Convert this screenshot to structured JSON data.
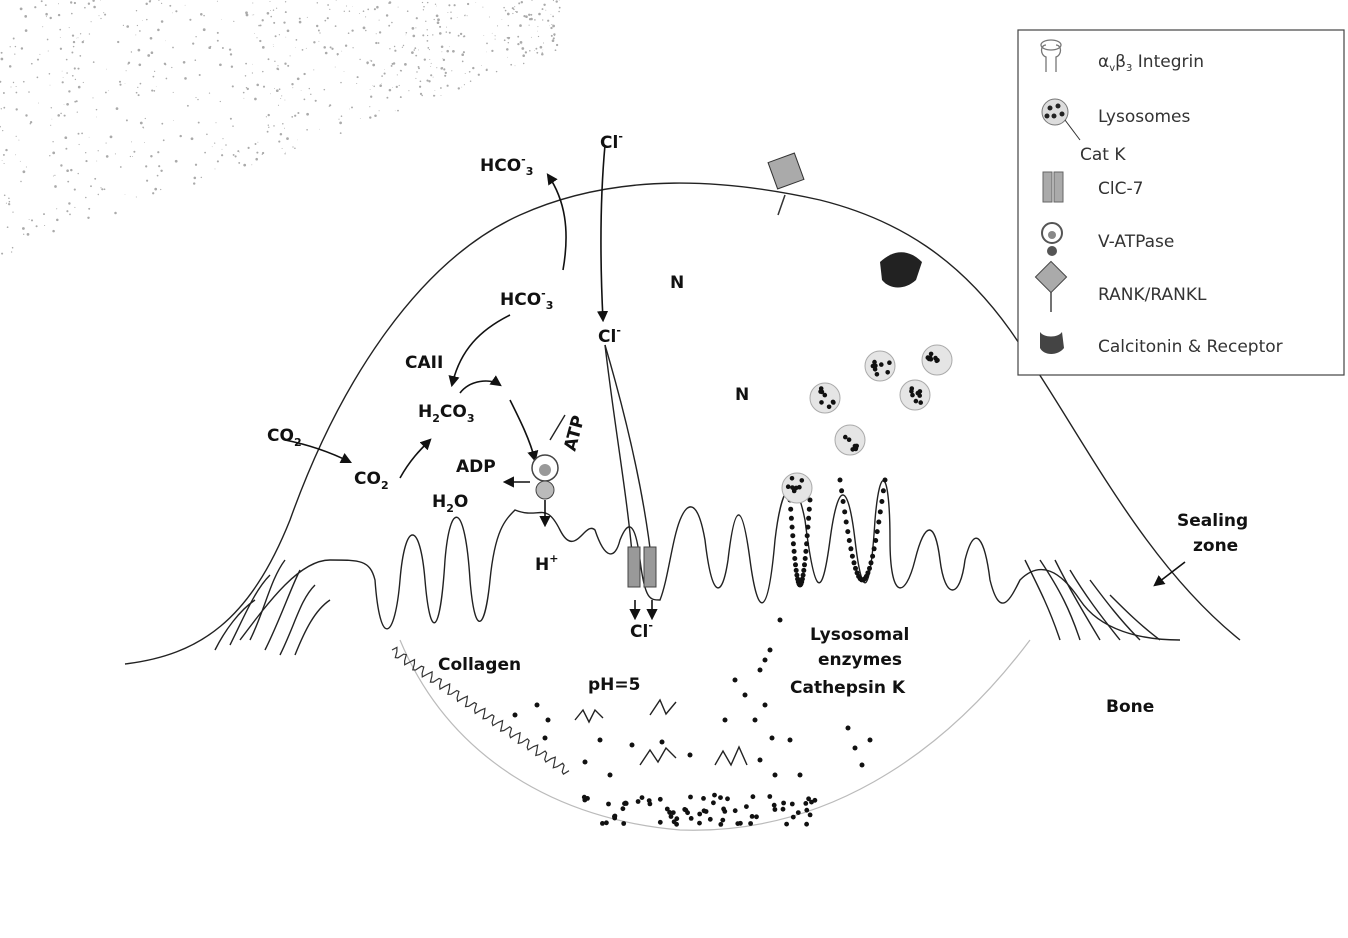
{
  "labels": {
    "hco3_top": "HCO",
    "hco3_top_sup": "-",
    "hco3_top_sub": "3",
    "cl_top": "Cl",
    "cl_top_sup": "-",
    "hco3_mid": "HCO",
    "hco3_mid_sup": "-",
    "hco3_mid_sub": "3",
    "cl_mid": "Cl",
    "cl_mid_sup": "-",
    "nucleus_1": "N",
    "nucleus_2": "N",
    "caii": "CAII",
    "h2co3_a": "H",
    "h2co3_a_sub": "2",
    "h2co3_b": "CO",
    "h2co3_b_sub": "3",
    "co2_out": "CO",
    "co2_out_sub": "2",
    "co2_in": "CO",
    "co2_in_sub": "2",
    "h2o_a": "H",
    "h2o_a_sub": "2",
    "h2o_b": "O",
    "adp": "ADP",
    "atp": "ATP",
    "h_plus": "H",
    "h_plus_sup": "+",
    "cl_bottom": "Cl",
    "cl_bottom_sup": "-",
    "sealing_zone_1": "Sealing",
    "sealing_zone_2": "zone",
    "collagen": "Collagen",
    "ph": "pH=5",
    "lysosomal_1": "Lysosomal",
    "lysosomal_2": "enzymes",
    "cathepsin": "Cathepsin K",
    "bone": "Bone"
  },
  "legend": {
    "integrin_alpha": "α",
    "integrin_alpha_sub": "v",
    "integrin_beta": "β",
    "integrin_beta_sub": "3",
    "integrin_rest": " Integrin",
    "lysosomes": "Lysosomes",
    "catk": "Cat K",
    "clc7": "ClC-7",
    "vatpase": "V-ATPase",
    "rank": "RANK/RANKL",
    "calcitonin": "Calcitonin & Receptor"
  },
  "colors": {
    "outline": "#222222",
    "legend_border": "#444444",
    "icon_gray": "#777777",
    "icon_dark": "#222222"
  }
}
